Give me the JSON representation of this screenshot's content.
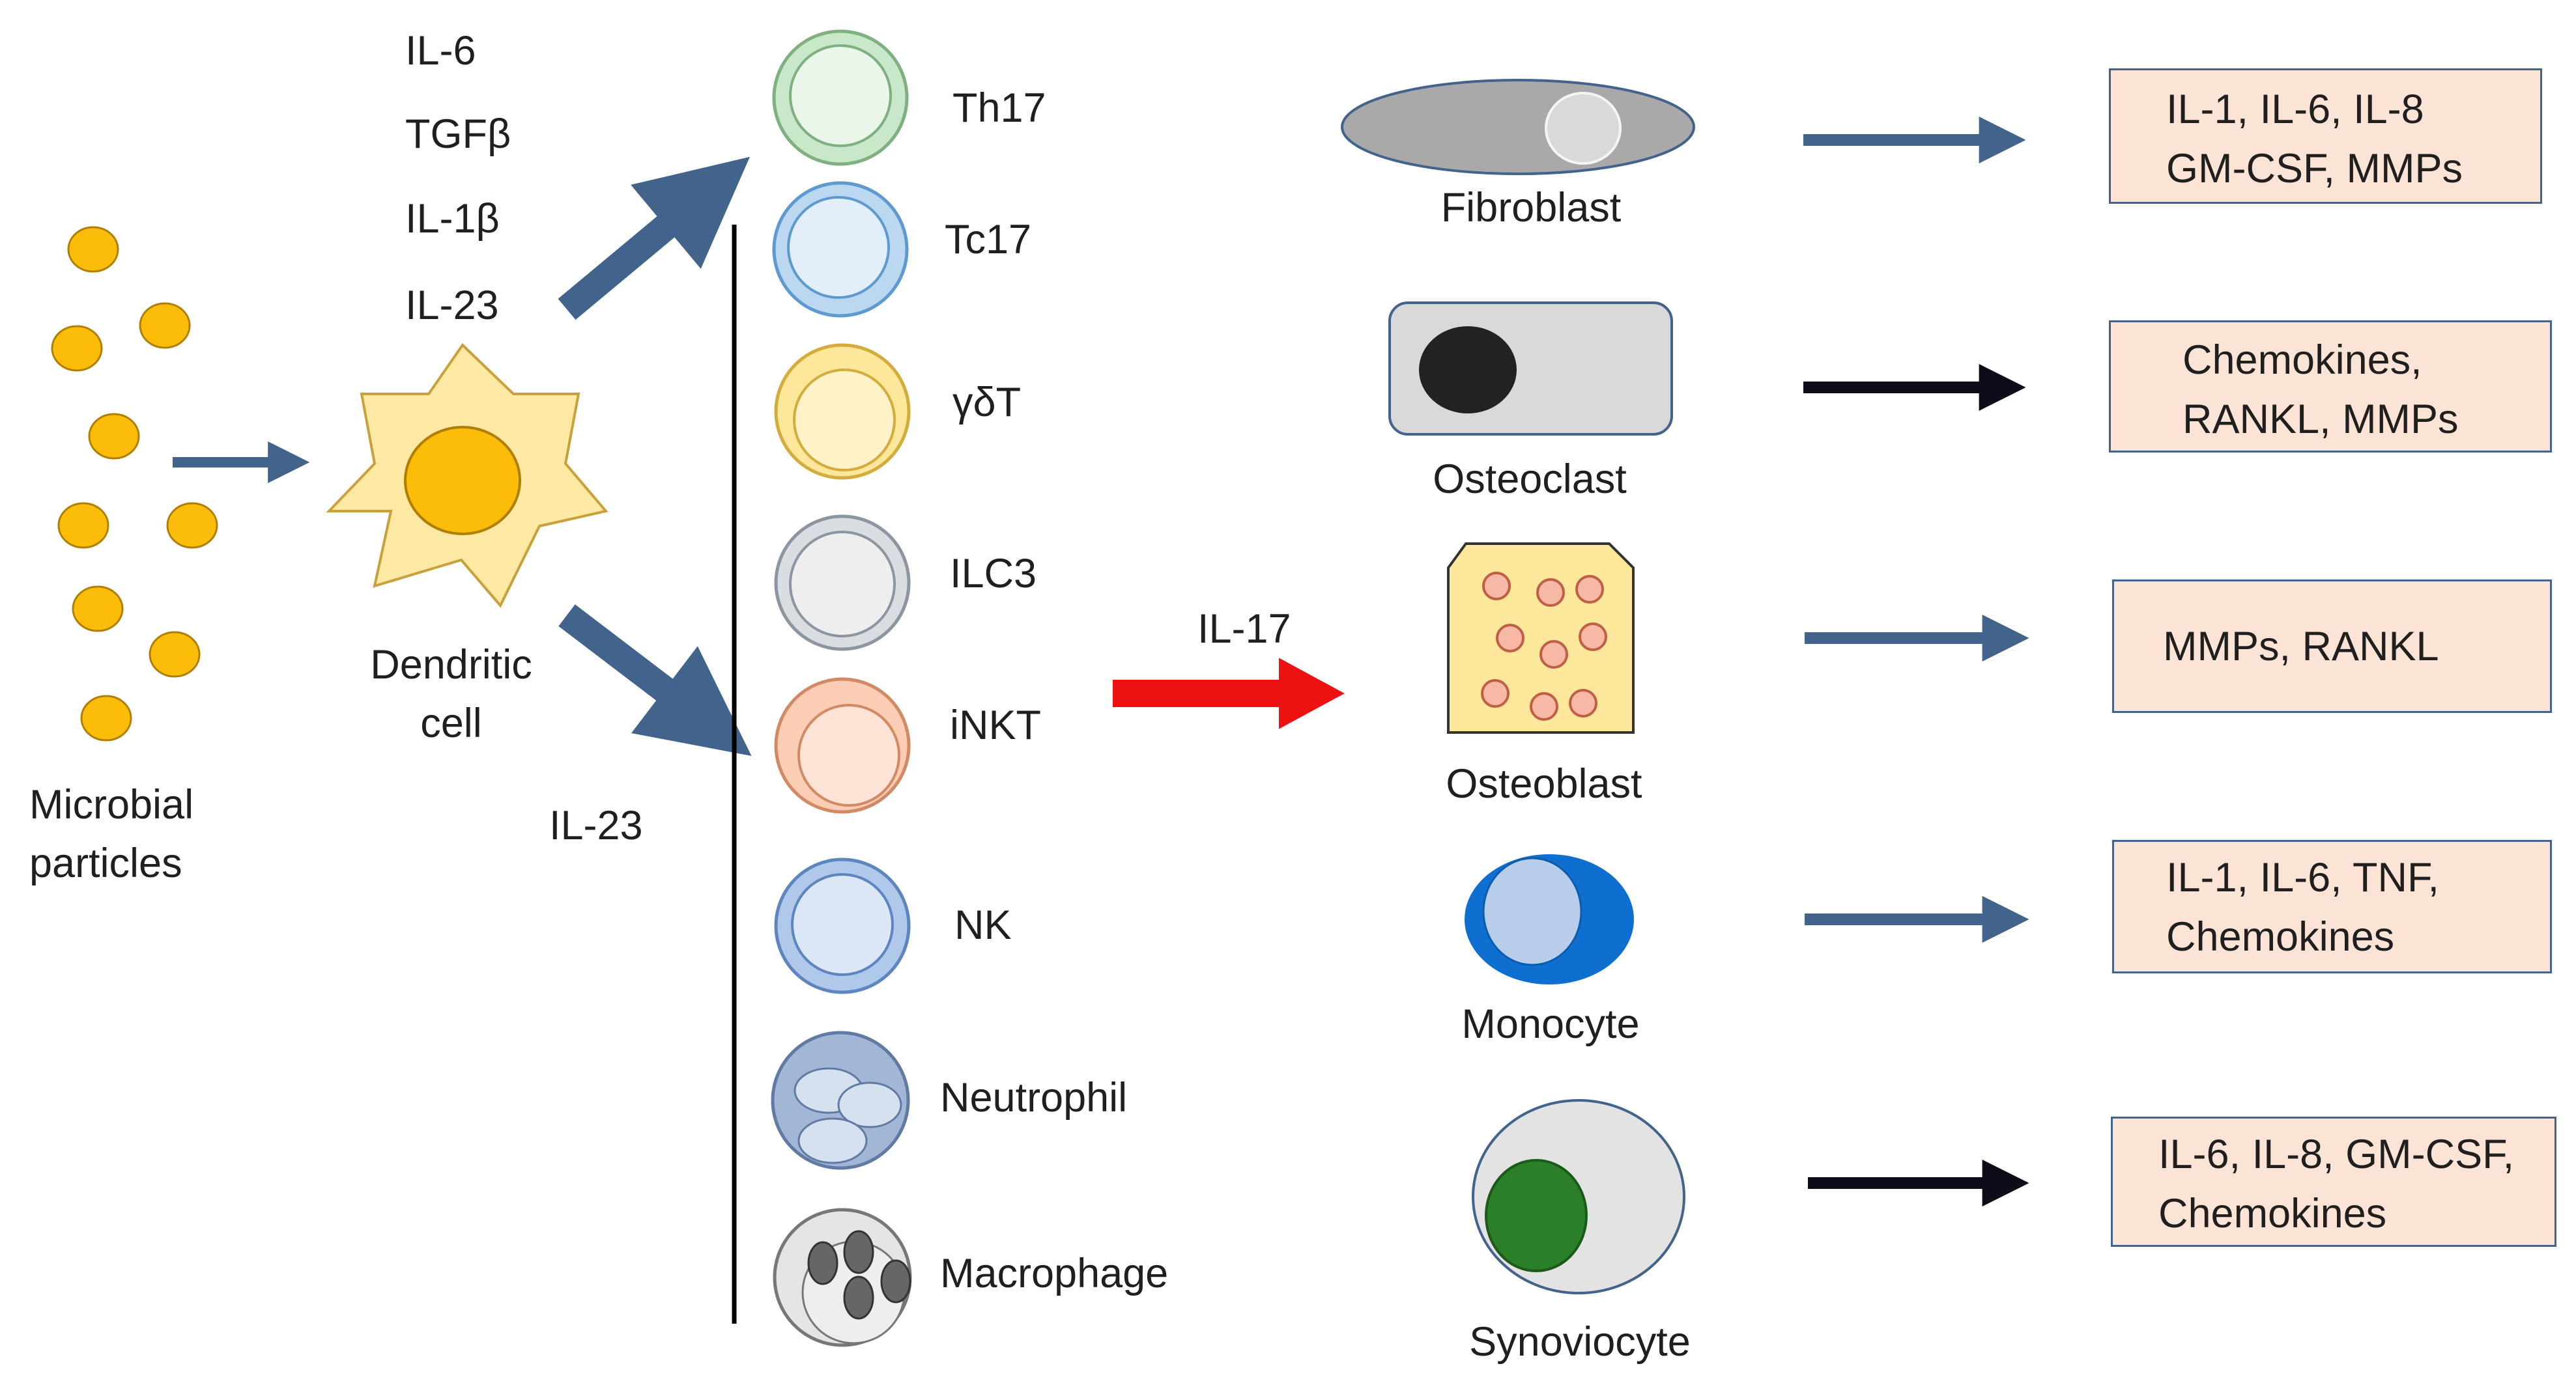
{
  "inputs": {
    "microbial_particles": [
      "Microbial",
      "particles"
    ],
    "dendritic_cell": [
      "Dendritic",
      "cell"
    ],
    "dc_cytokines": [
      "IL-6",
      "TGFβ",
      "IL-1β",
      "IL-23"
    ],
    "il23_lower": "IL-23"
  },
  "il17_label": "IL-17",
  "producer_cells": [
    "Th17",
    "Tc17",
    "γδT",
    "ILC3",
    "iNKT",
    "NK",
    "Neutrophil",
    "Macrophage"
  ],
  "target_cells": [
    "Fibroblast",
    "Osteoclast",
    "Osteoblast",
    "Monocyte",
    "Synoviocyte"
  ],
  "outputs": [
    [
      "IL-1, IL-6, IL-8",
      "GM-CSF, MMPs"
    ],
    [
      "Chemokines,",
      "RANKL, MMPs"
    ],
    [
      "MMPs, RANKL"
    ],
    [
      "IL-1, IL-6, TNF,",
      "Chemokines"
    ],
    [
      "IL-6, IL-8, GM-CSF,",
      "Chemokines"
    ]
  ],
  "colors": {
    "arrow_blue": "#41638c",
    "arrow_dark": "#0d0d1a",
    "il17_arrow": "#ee1111",
    "particle": "#fcbd0a",
    "box_fill": "#fbe3d6"
  }
}
